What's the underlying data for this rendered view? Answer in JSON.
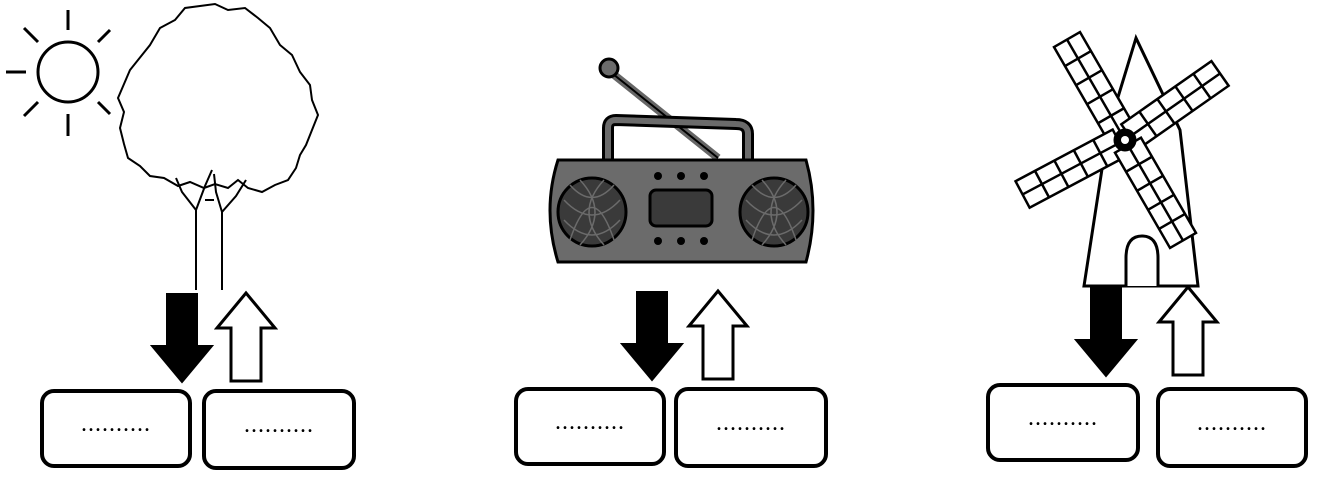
{
  "panels": [
    {
      "subject": "tree-in-sun",
      "left_box": "..........",
      "right_box": ".........."
    },
    {
      "subject": "radio",
      "left_box": "..........",
      "right_box": ".........."
    },
    {
      "subject": "windmill",
      "left_box": "..........",
      "right_box": ".........."
    }
  ],
  "colors": {
    "outline": "#000000",
    "radio_body": "#6b6b6b",
    "radio_dark": "#3a3a3a",
    "windmill_fill": "#ffffff"
  },
  "icons": [
    "sun-icon",
    "tree-icon",
    "radio-icon",
    "windmill-icon",
    "input-arrow-icon",
    "output-arrow-icon"
  ]
}
